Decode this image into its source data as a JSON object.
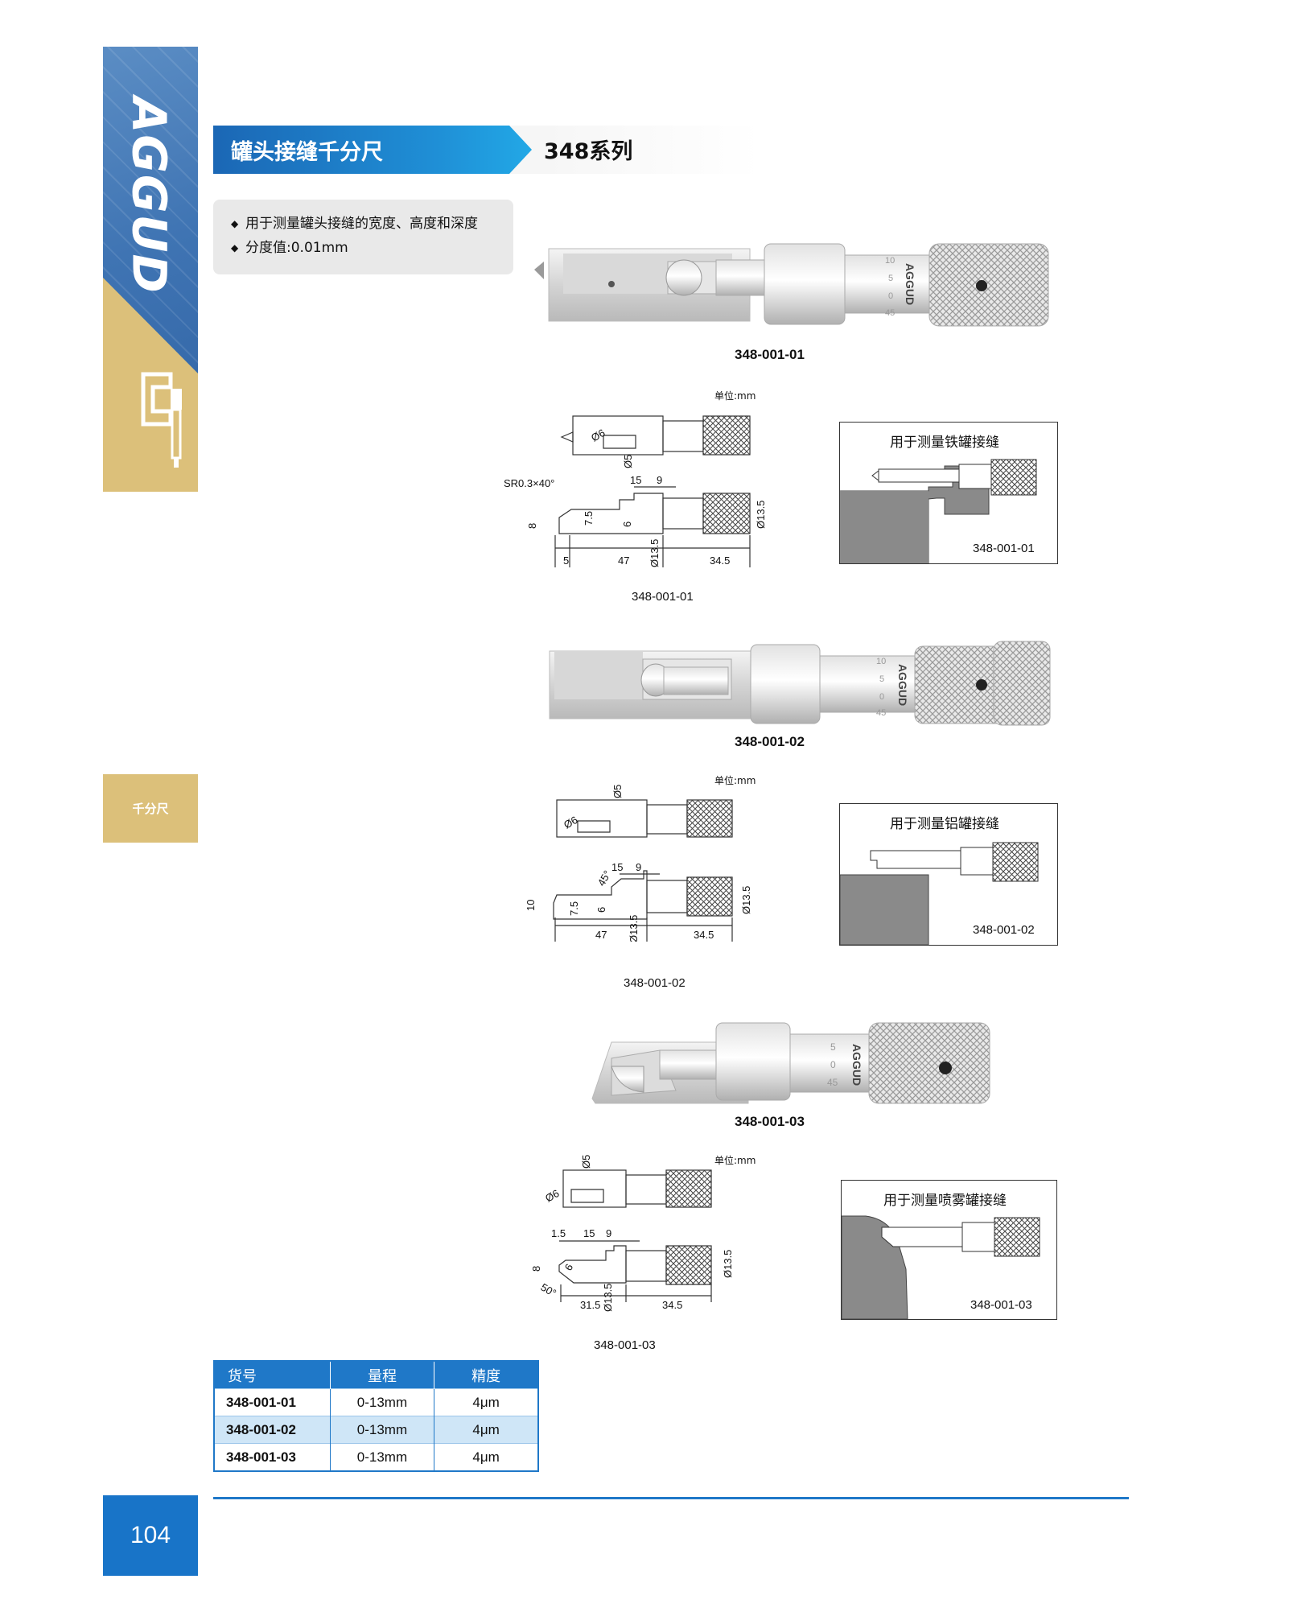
{
  "sidebar": {
    "brand": "AGGUD",
    "tab_label": "千分尺",
    "page_number": "104"
  },
  "header": {
    "title": "罐头接缝千分尺",
    "series": "348系列"
  },
  "features": [
    "用于测量罐头接缝的宽度、高度和深度",
    "分度值:0.01mm"
  ],
  "products": [
    {
      "code": "348-001-01",
      "unit": "单位:mm",
      "drawing_caption": "348-001-01",
      "usage_title": "用于测量铁罐接缝",
      "usage_code": "348-001-01",
      "dims": [
        "SR0.3×40°",
        "15",
        "9",
        "Ø6",
        "Ø5",
        "8",
        "7.5",
        "6",
        "Ø13.5",
        "Ø13.5",
        "5",
        "47",
        "34.5"
      ]
    },
    {
      "code": "348-001-02",
      "unit": "单位:mm",
      "drawing_caption": "348-001-02",
      "usage_title": "用于测量铝罐接缝",
      "usage_code": "348-001-02",
      "dims": [
        "Ø5",
        "Ø6",
        "15",
        "9",
        "45°",
        "10",
        "7.5",
        "6",
        "Ø13.5",
        "Ø13.5",
        "47",
        "34.5"
      ]
    },
    {
      "code": "348-001-03",
      "unit": "单位:mm",
      "drawing_caption": "348-001-03",
      "usage_title": "用于测量喷雾罐接缝",
      "usage_code": "348-001-03",
      "dims": [
        "Ø5",
        "Ø6",
        "1.5",
        "15",
        "9",
        "8",
        "6",
        "50°",
        "Ø13.5",
        "Ø13.5",
        "31.5",
        "34.5"
      ]
    }
  ],
  "thimble_scale": [
    "10",
    "5",
    "0",
    "45"
  ],
  "table": {
    "headers": [
      "货号",
      "量程",
      "精度"
    ],
    "rows": [
      [
        "348-001-01",
        "0-13mm",
        "4μm"
      ],
      [
        "348-001-02",
        "0-13mm",
        "4μm"
      ],
      [
        "348-001-03",
        "0-13mm",
        "4μm"
      ]
    ]
  },
  "colors": {
    "blue": "#1f78c8",
    "gold": "#dcc07a",
    "table_alt_row": "#cfe6f7"
  }
}
